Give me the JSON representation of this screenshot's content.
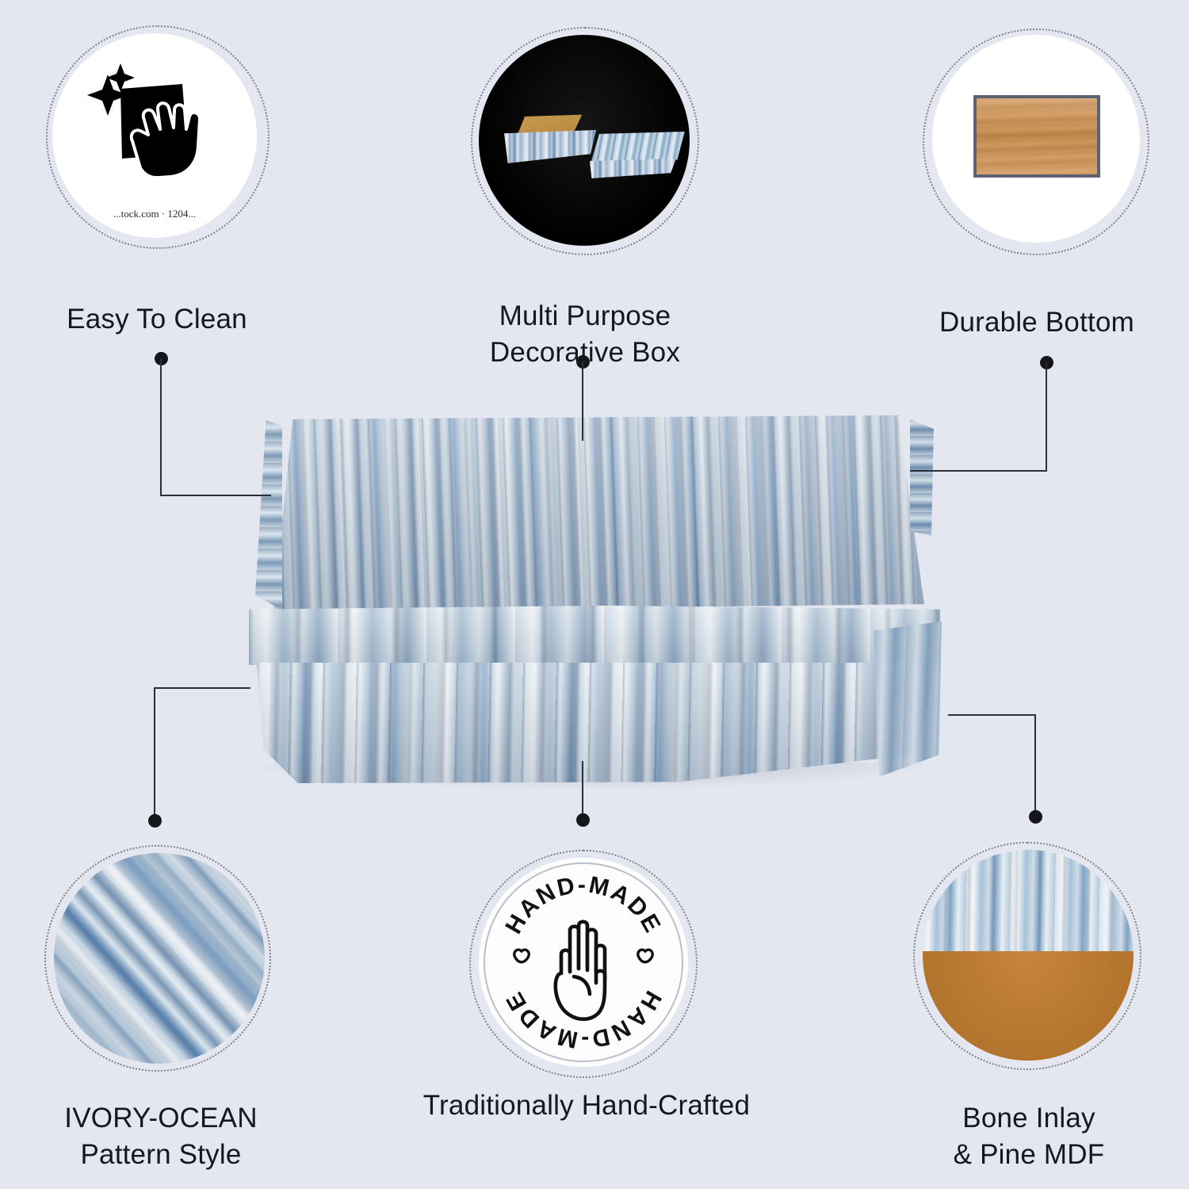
{
  "page": {
    "background_color": "#e4e7f0",
    "text_color": "#16181d",
    "accent_dark": "#14161b",
    "wood_color": "#c98f52",
    "inlay_blue": "#7f9fbe"
  },
  "features": [
    {
      "id": "easy-to-clean",
      "caption": "Easy To Clean",
      "icon": "cleaning-cloth-hand-icon",
      "credit_text": "...tock.com · 1204..."
    },
    {
      "id": "multi-purpose-decorative-box",
      "caption": "Multi Purpose\nDecorative Box",
      "icon": "open-box-with-lid-photo"
    },
    {
      "id": "durable-bottom",
      "caption": "Durable Bottom",
      "icon": "wooden-base-panel-photo"
    },
    {
      "id": "ivory-ocean-pattern-style",
      "caption": "IVORY-OCEAN\nPattern Style",
      "icon": "diagonal-bone-inlay-pattern-photo"
    },
    {
      "id": "traditionally-hand-crafted",
      "caption": "Traditionally Hand-Crafted",
      "icon": "hand-made-stamp-icon"
    },
    {
      "id": "bone-inlay-pine-mdf",
      "caption": "Bone Inlay\n& Pine MDF",
      "icon": "bone-inlay-over-mdf-photo"
    }
  ],
  "stamp": {
    "top_text": "HAND-MADE",
    "bottom_text": "HAND-MADE",
    "left_glyph": "heart-icon",
    "right_glyph": "heart-icon",
    "center_glyph": "open-palm-hand-icon"
  },
  "product": {
    "name": "bone-inlay-decorative-box",
    "description": "Rectangular lidded box clad in vertical blue and ivory bone inlay sticks"
  }
}
